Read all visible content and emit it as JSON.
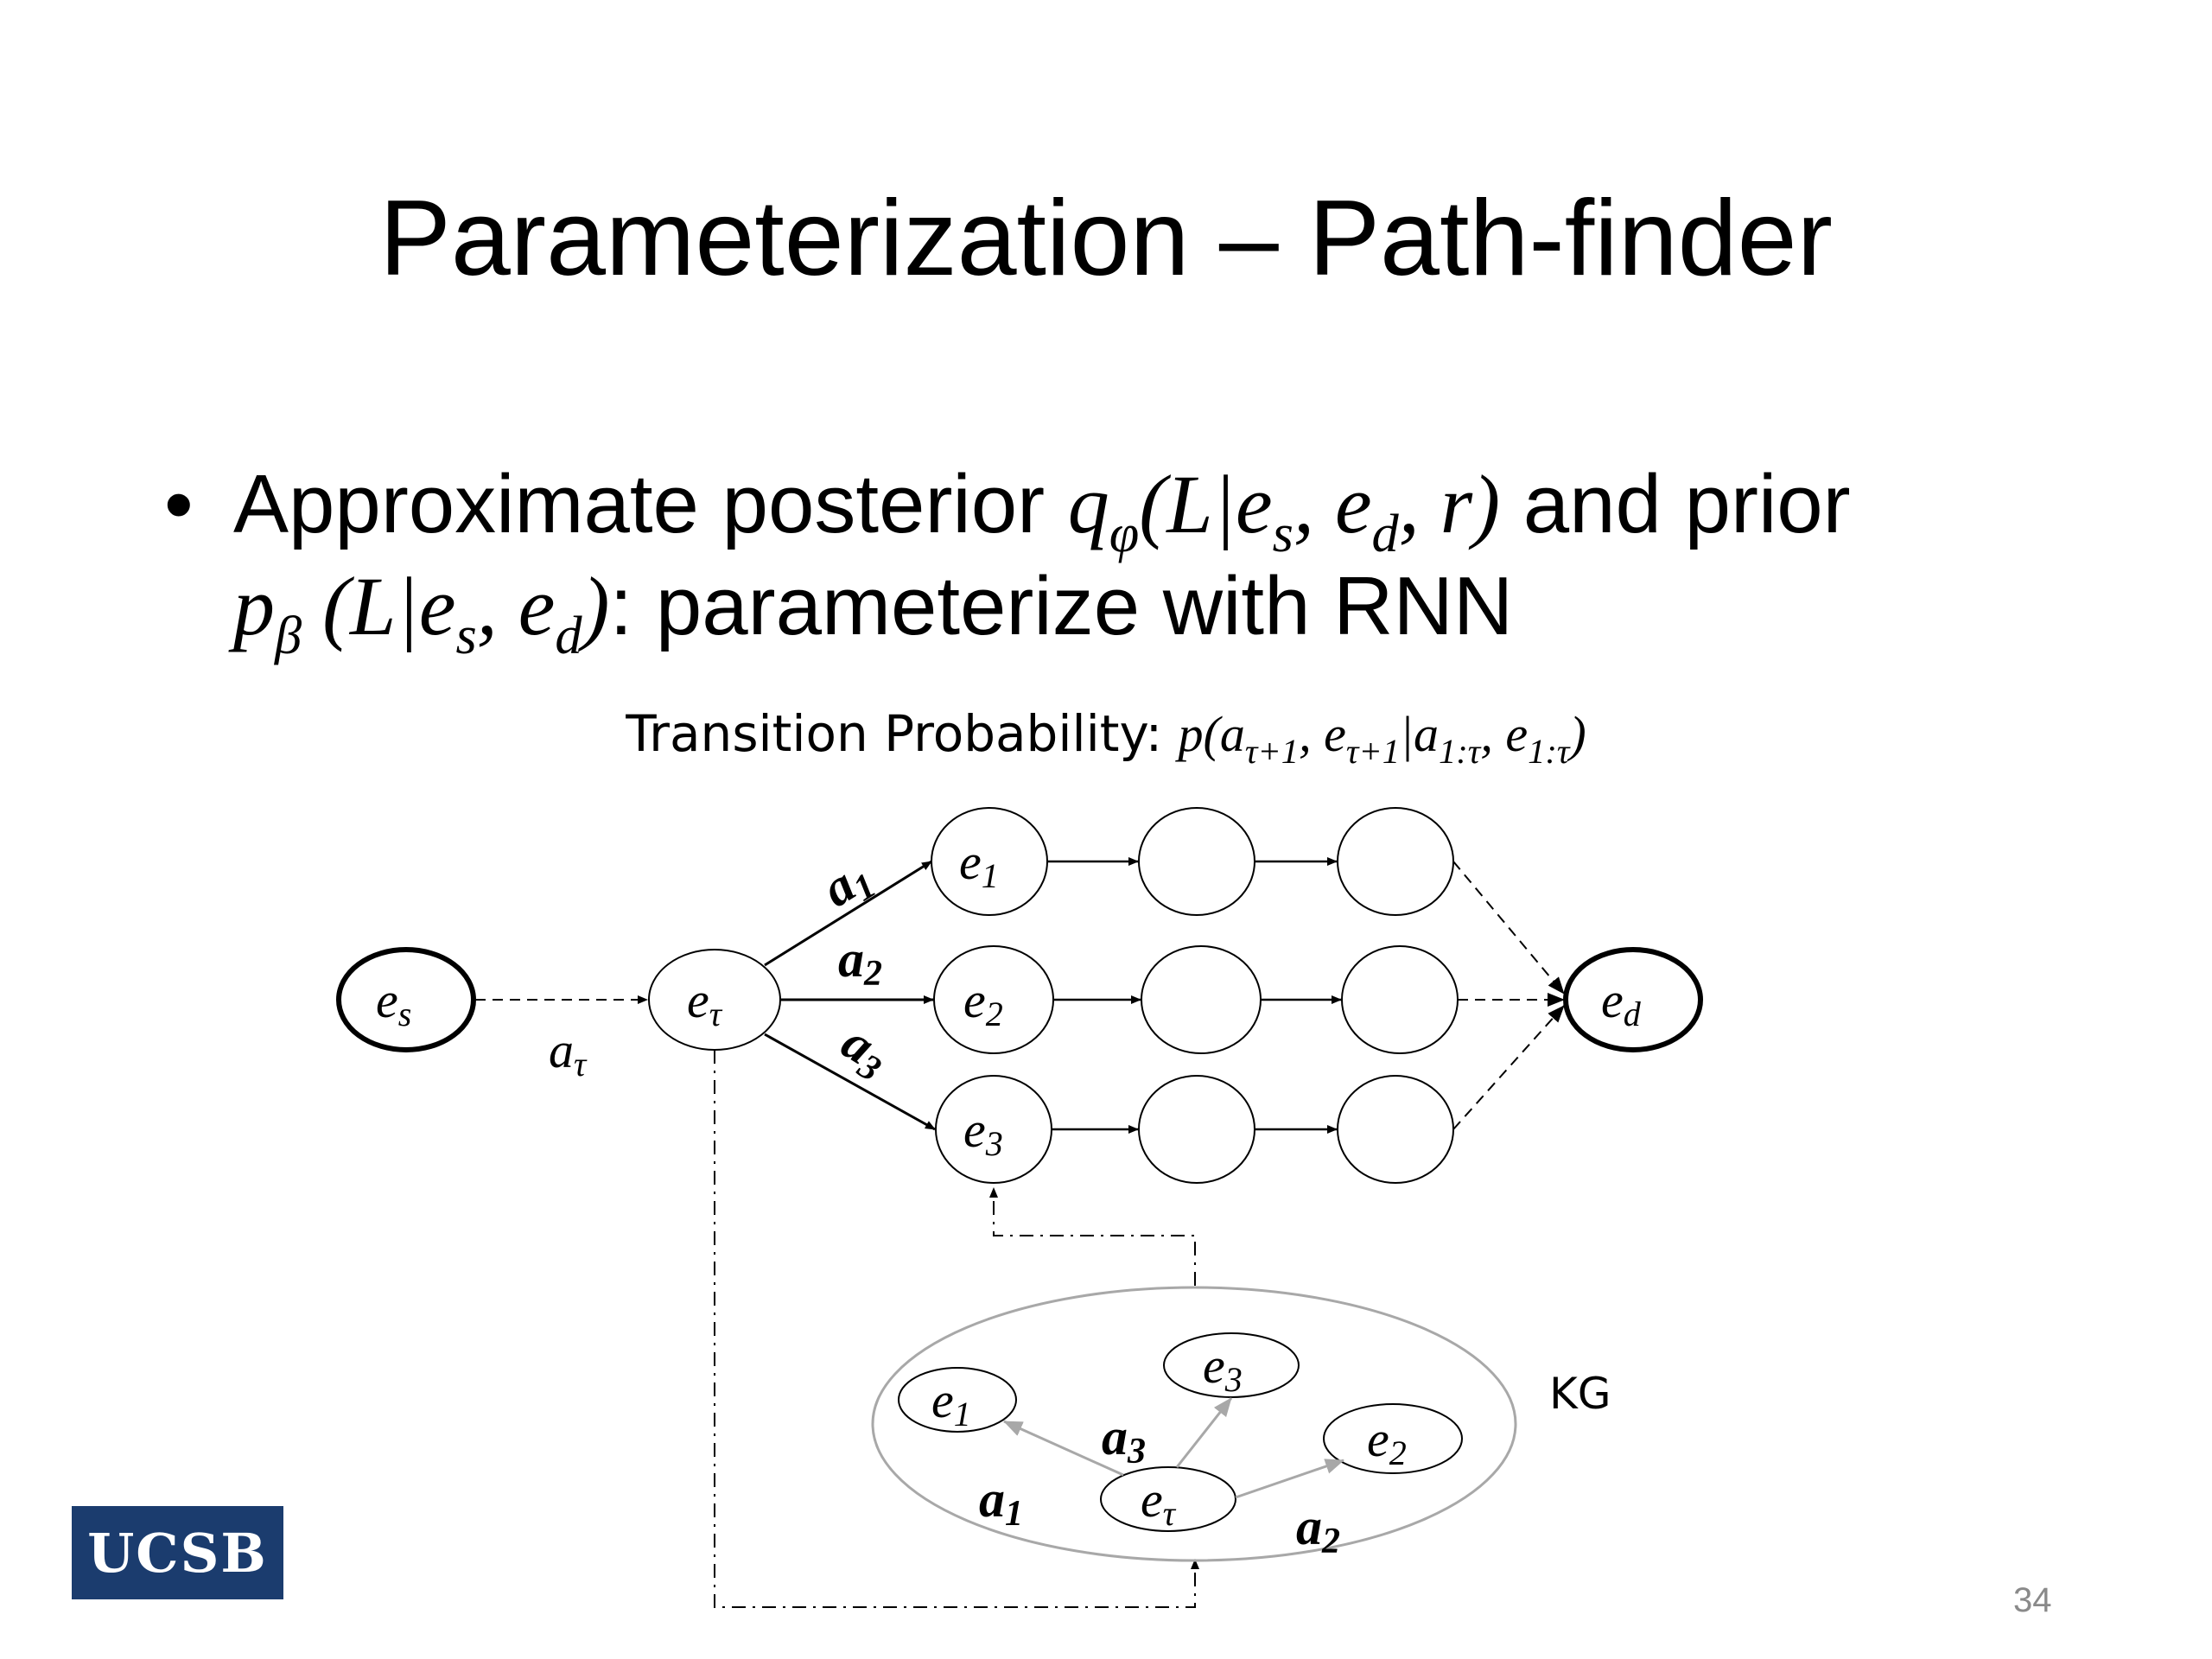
{
  "slide": {
    "title": "Parameterization – Path-finder",
    "bullet_symbol": "•",
    "bullet": {
      "t1": "Approximate posterior ",
      "m1_q": "q",
      "m1_q_sub": "φ",
      "m1_rest_a": "(L|e",
      "m1_s": "s",
      "m1_comma": ", e",
      "m1_d": "d",
      "m1_rest_b": ", r)",
      "t2": " and prior ",
      "m2_p": "p",
      "m2_p_sub": "β",
      "m2_rest_a": " (L|e",
      "m2_s": "s",
      "m2_comma": ", e",
      "m2_d": "d",
      "m2_rest_b": ")",
      "t3": ": parameterize with RNN"
    },
    "subtitle": {
      "text": "Transition Probability: ",
      "p": "p(a",
      "s1": "τ+1",
      "mid1": ", e",
      "s2": "τ+1",
      "mid2": "|a",
      "s3": "1:τ",
      "mid3": ", e",
      "s4": "1:τ",
      "end": ")"
    },
    "logo_text": "UCSB",
    "page_number": "34"
  },
  "diagram": {
    "nodes": {
      "es": {
        "base": "e",
        "sub": "s"
      },
      "et": {
        "base": "e",
        "sub": "τ"
      },
      "e1": {
        "base": "e",
        "sub": "1"
      },
      "e2": {
        "base": "e",
        "sub": "2"
      },
      "e3": {
        "base": "e",
        "sub": "3"
      },
      "ed": {
        "base": "e",
        "sub": "d"
      }
    },
    "edge_labels": {
      "a_tau": {
        "base": "a",
        "sub": "τ"
      },
      "a1": {
        "base": "a",
        "sub": "1"
      },
      "a2": {
        "base": "a",
        "sub": "2"
      },
      "a3": {
        "base": "a",
        "sub": "3"
      }
    },
    "kg": {
      "label": "KG",
      "nodes": {
        "e1": {
          "base": "e",
          "sub": "1"
        },
        "e3": {
          "base": "e",
          "sub": "3"
        },
        "e2": {
          "base": "e",
          "sub": "2"
        },
        "et": {
          "base": "e",
          "sub": "τ"
        }
      },
      "edge_labels": {
        "a1": {
          "base": "a",
          "sub": "1"
        },
        "a3": {
          "base": "a",
          "sub": "3"
        },
        "a2": {
          "base": "a",
          "sub": "2"
        }
      }
    }
  }
}
